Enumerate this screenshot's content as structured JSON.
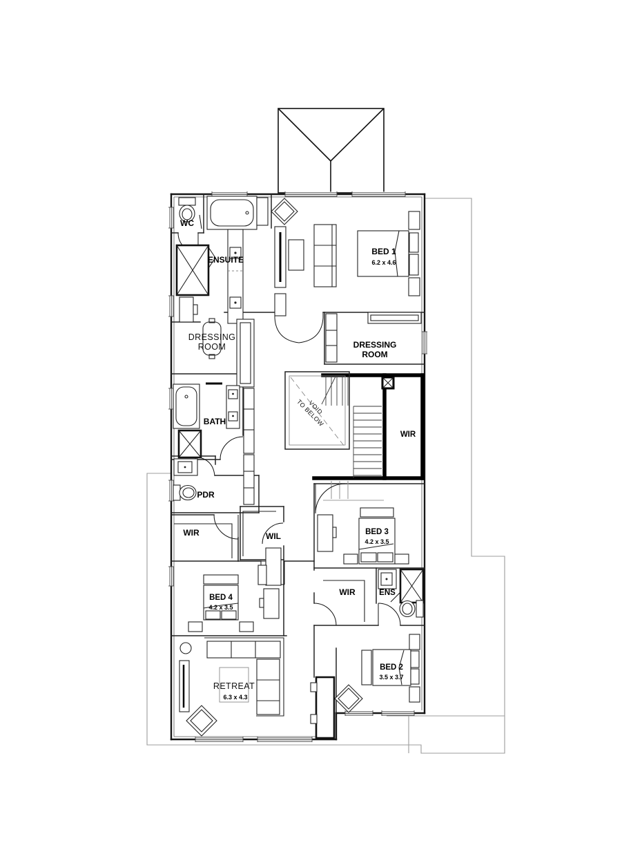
{
  "plan": {
    "rooms": {
      "wc": "WC",
      "ensuite": "ENSUITE",
      "bed1": "BED 1",
      "bed1_dims": "6.2 x 4.6",
      "dressing_left_1": "DRESSING",
      "dressing_left_2": "ROOM",
      "dressing_right_1": "DRESSING",
      "dressing_right_2": "ROOM",
      "bath": "BATH",
      "void_1": "VOID",
      "void_2": "TO BELOW",
      "wir_stairs": "WIR",
      "pdr": "PDR",
      "wir_left": "WIR",
      "wil": "WIL",
      "bed3": "BED 3",
      "bed3_dims": "4.2 x 3.5",
      "bed4": "BED 4",
      "bed4_dims": "4.2 x 3.5",
      "wir_bed2": "WIR",
      "ens": "ENS",
      "bed2": "BED 2",
      "bed2_dims": "3.5 x 3.7",
      "retreat": "RETREAT",
      "retreat_dims": "6.3 x 4.3"
    }
  }
}
